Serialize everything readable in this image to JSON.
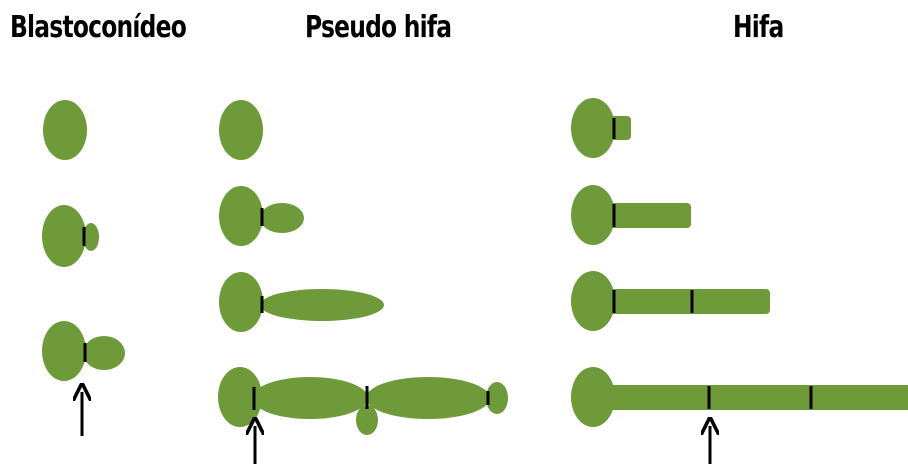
{
  "columns": {
    "blastoconideo": {
      "title": "Blastoconídeo"
    },
    "pseudo_hifa": {
      "title": "Pseudo hifa"
    },
    "hifa": {
      "title": "Hifa"
    }
  },
  "colors": {
    "cell_fill": "#6F9A3A",
    "septum": "#000000",
    "arrow": "#000000"
  }
}
